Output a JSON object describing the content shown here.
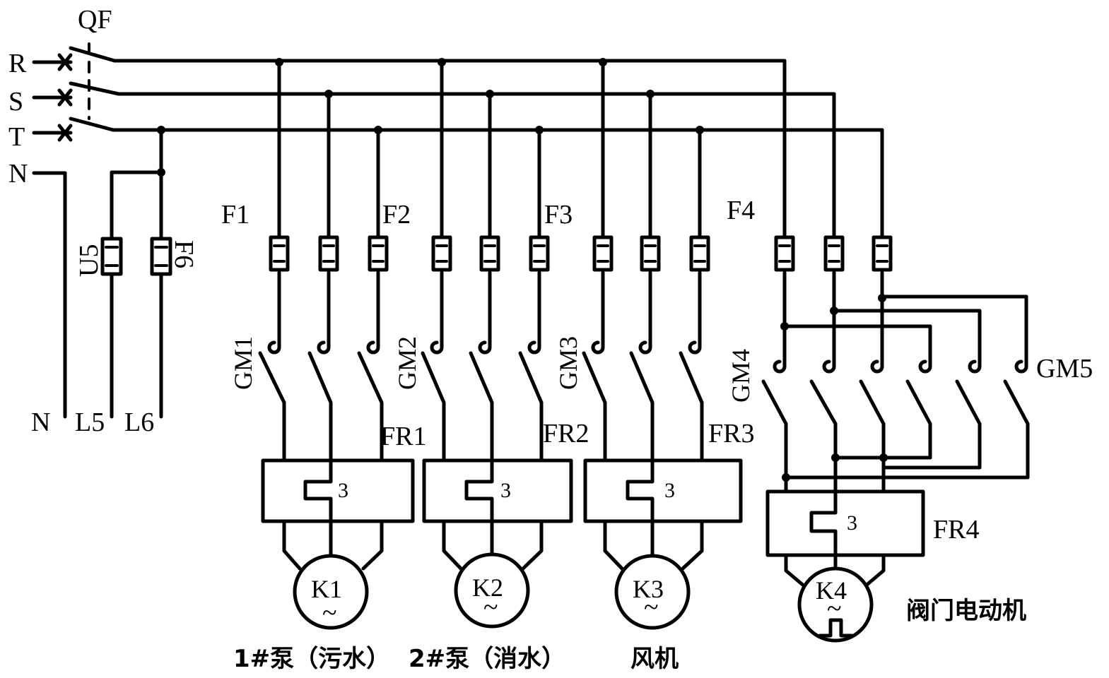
{
  "breaker": "QF",
  "phases": [
    "R",
    "S",
    "T"
  ],
  "neutral_top": "N",
  "outputs": [
    "N",
    "L5",
    "L6"
  ],
  "aux_fuses": [
    "U5",
    "F6"
  ],
  "fuse_groups": [
    "F1",
    "F2",
    "F3",
    "F4"
  ],
  "contactors": [
    "GM1",
    "GM2",
    "GM3",
    "GM4",
    "GM5"
  ],
  "relays": [
    "FR1",
    "FR2",
    "FR3",
    "FR4"
  ],
  "relay_poles": [
    "3",
    "3",
    "3",
    "3"
  ],
  "motors": [
    "K1",
    "K2",
    "K3",
    "K4"
  ],
  "motor_symbols": [
    "~",
    "~",
    "~",
    "~"
  ],
  "captions": [
    "1#泵（污水）",
    "2#泵（消水）",
    "风机",
    "阀门电动机"
  ]
}
